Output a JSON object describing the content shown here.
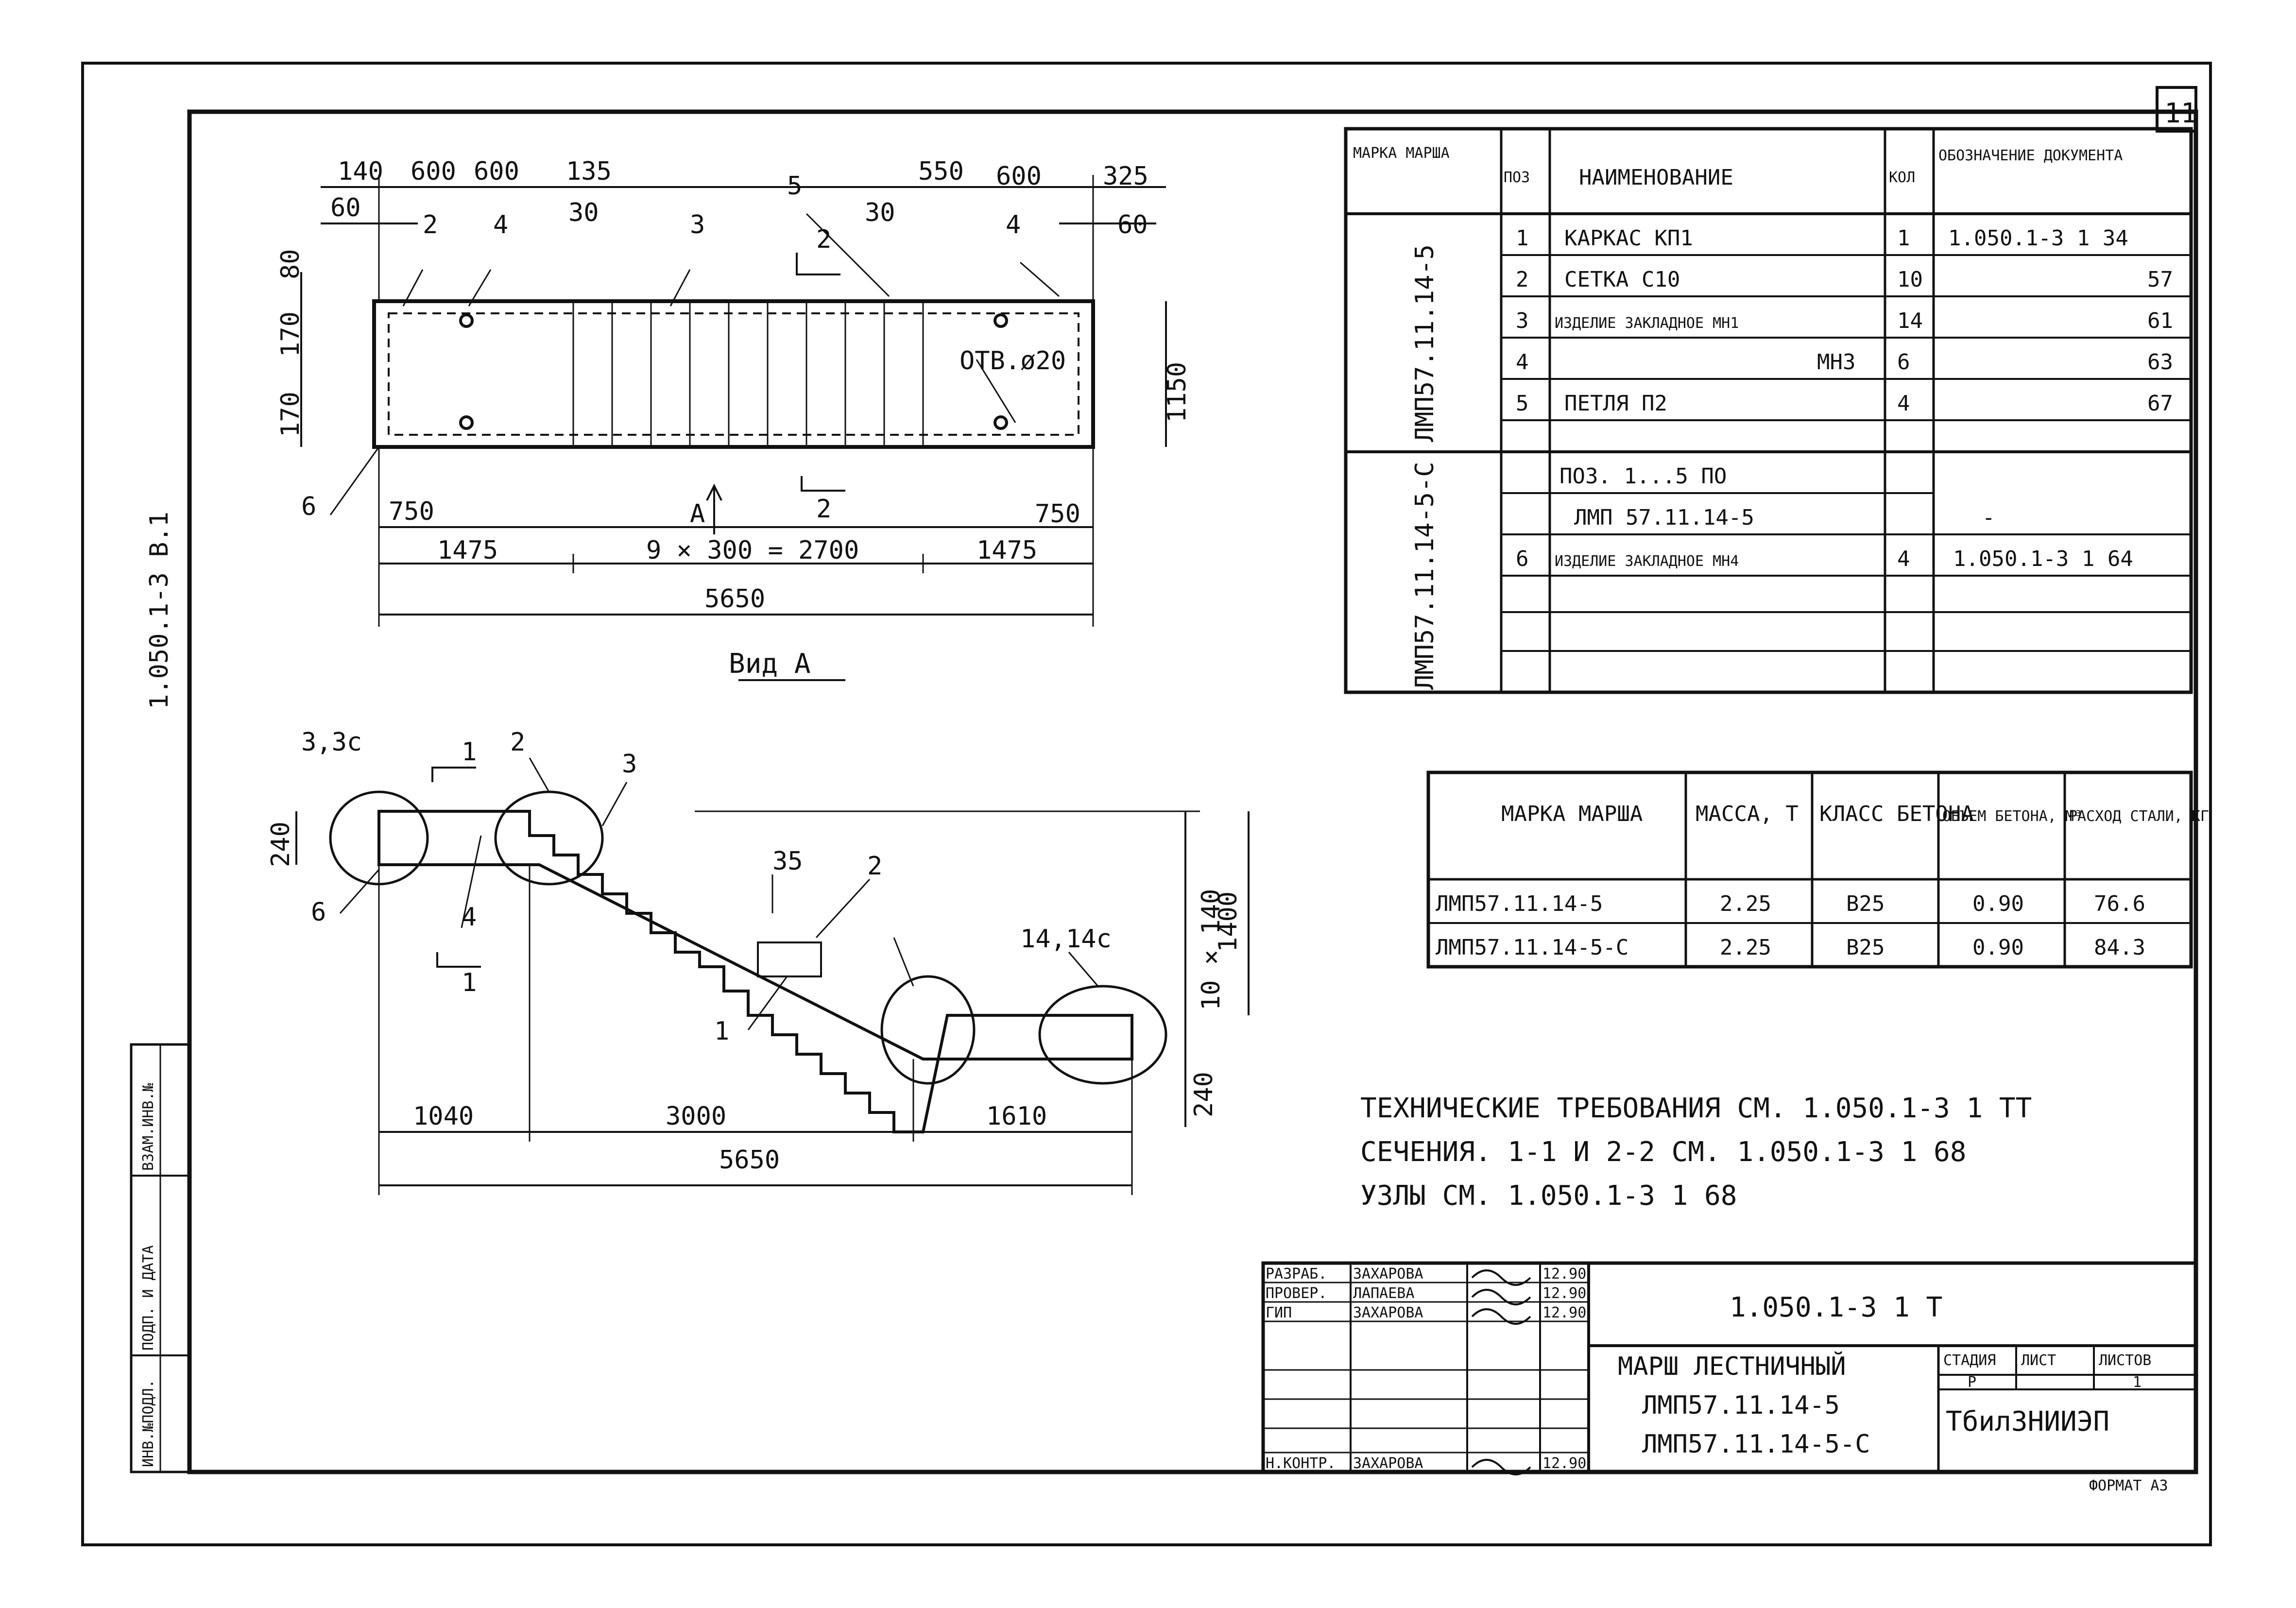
{
  "sheet": {
    "number": "11",
    "format": "ФОРМАТ А3",
    "side_code": "1.050.1-3 В.1"
  },
  "plan": {
    "top_dims": [
      "140",
      "600",
      "600",
      "135",
      "550",
      "600",
      "325"
    ],
    "side_dims": [
      "60",
      "30",
      "30",
      "60"
    ],
    "left_dims": [
      "80",
      "170",
      "170"
    ],
    "right_dim": "1150",
    "callouts": [
      "2",
      "4",
      "3",
      "5",
      "4",
      "6"
    ],
    "section_mark": "2",
    "hole_label": "ОТВ.ø20",
    "view_arrow": "А",
    "bottom_small": [
      "750",
      "750"
    ],
    "bottom_mid": [
      "1475",
      "9 × 300 = 2700",
      "1475"
    ],
    "bottom_total": "5650",
    "view_title": "Вид  А"
  },
  "section": {
    "callouts": [
      "3,3с",
      "1",
      "2",
      "3",
      "35",
      "2",
      "1",
      "14,14с",
      "6",
      "4",
      "1"
    ],
    "left_dim": "240",
    "right_dims": [
      "10 × 140",
      "1400",
      "240"
    ],
    "bottom_dims": [
      "1040",
      "3000",
      "1610"
    ],
    "bottom_total": "5650"
  },
  "spec": {
    "headers": [
      "МАРКА МАРША",
      "ПОЗ",
      "НАИМЕНОВАНИЕ",
      "КОЛ",
      "ОБОЗНАЧЕНИЕ ДОКУМЕНТА"
    ],
    "group1_mark": "ЛМП57.11.14-5",
    "group2_mark": "ЛМП57.11.14-5-С",
    "rows": [
      {
        "pos": "1",
        "name": "КАРКАС  КП1",
        "qty": "1",
        "doc": "1.050.1-3 1 34"
      },
      {
        "pos": "2",
        "name": "СЕТКА  С10",
        "qty": "10",
        "doc": "57"
      },
      {
        "pos": "3",
        "name": "ИЗДЕЛИЕ ЗАКЛАДНОЕ  МН1",
        "qty": "14",
        "doc": "61"
      },
      {
        "pos": "4",
        "name": "МН3",
        "qty": "6",
        "doc": "63"
      },
      {
        "pos": "5",
        "name": "ПЕТЛЯ  П2",
        "qty": "4",
        "doc": "67"
      },
      {
        "pos": "",
        "name": "",
        "qty": "",
        "doc": ""
      },
      {
        "pos": "",
        "name": "ПОЗ. 1...5 ПО",
        "qty": "",
        "doc": ""
      },
      {
        "pos": "",
        "name": "ЛМП 57.11.14-5",
        "qty": "",
        "doc": "-"
      },
      {
        "pos": "6",
        "name": "ИЗДЕЛИЕ ЗАКЛАДНОЕ МН4",
        "qty": "4",
        "doc": "1.050.1-3 1 64"
      },
      {
        "pos": "",
        "name": "",
        "qty": "",
        "doc": ""
      },
      {
        "pos": "",
        "name": "",
        "qty": "",
        "doc": ""
      },
      {
        "pos": "",
        "name": "",
        "qty": "",
        "doc": ""
      }
    ]
  },
  "mass": {
    "headers": [
      "МАРКА МАРША",
      "МАССА, Т",
      "КЛАСС БЕТОНА",
      "ОБЪЕМ БЕТОНА, М³",
      "РАСХОД СТАЛИ, КГ"
    ],
    "rows": [
      [
        "ЛМП57.11.14-5",
        "2.25",
        "В25",
        "0.90",
        "76.6"
      ],
      [
        "ЛМП57.11.14-5-С",
        "2.25",
        "В25",
        "0.90",
        "84.3"
      ]
    ]
  },
  "notes": [
    "ТЕХНИЧЕСКИЕ ТРЕБОВАНИЯ  СМ. 1.050.1-3 1 ТТ",
    "СЕЧЕНИЯ. 1-1 И 2-2 СМ. 1.050.1-3 1 68",
    "УЗЛЫ СМ. 1.050.1-3  1 68"
  ],
  "titleblock": {
    "doc_code": "1.050.1-3  1  Т",
    "roles": [
      "РАЗРАБ.",
      "ПРОВЕР.",
      "ГИП",
      "",
      "",
      "",
      "Н.КОНТР."
    ],
    "names": [
      "ЗАХАРОВА",
      "ЛАПАЕВА",
      "ЗАХАРОВА",
      "",
      "",
      "",
      "ЗАХАРОВА"
    ],
    "dates": [
      "12.90",
      "12.90",
      "12.90",
      "",
      "",
      "",
      "12.90"
    ],
    "title_lines": [
      "МАРШ ЛЕСТНИЧНЫЙ",
      "ЛМП57.11.14-5",
      "ЛМП57.11.14-5-С"
    ],
    "stage_label": "СТАДИЯ",
    "sheet_label": "ЛИСТ",
    "sheets_label": "ЛИСТОВ",
    "stage": "Р",
    "sheets": "1",
    "org": "ТбилЗНИИЭП"
  },
  "side_stamp": [
    "ИНВ.№ПОДЛ.",
    "ПОДП. И ДАТА",
    "ВЗАМ.ИНВ.№"
  ]
}
